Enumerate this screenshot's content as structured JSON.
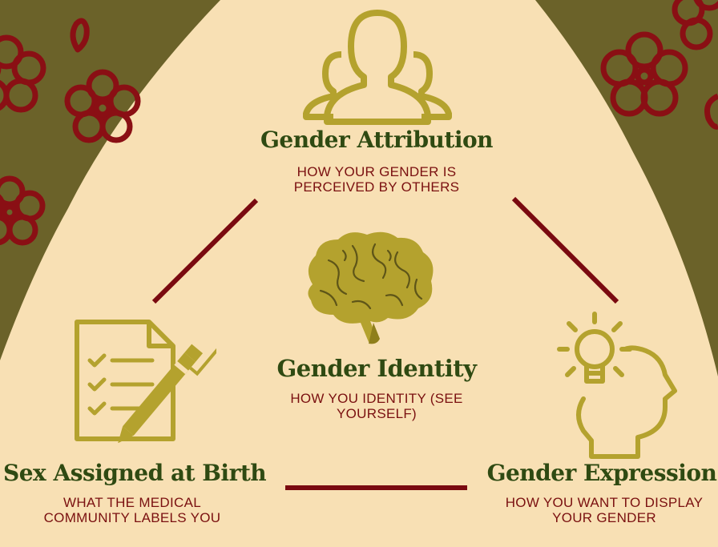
{
  "colors": {
    "background": "#f8e0b4",
    "olive": "#6b6229",
    "flower": "#8a0f14",
    "icon_gold": "#b4a22e",
    "connector": "#7a0a10",
    "title": "#2f4a12",
    "description": "#7a1010"
  },
  "nodes": {
    "attribution": {
      "title": "Gender Attribution",
      "description": "HOW YOUR GENDER IS PERCEIVED BY OTHERS",
      "icon": "people-group-icon"
    },
    "identity": {
      "title": "Gender Identity",
      "description": "HOW YOU IDENTITY (SEE YOURSELF)",
      "icon": "brain-icon"
    },
    "sex_assigned": {
      "title": "Sex Assigned at Birth",
      "description": "WHAT THE MEDICAL COMMUNITY LABELS YOU",
      "icon": "checklist-pencil-icon"
    },
    "expression": {
      "title": "Gender Expression",
      "description": "HOW YOU WANT TO DISPLAY YOUR GENDER",
      "icon": "lightbulb-head-icon"
    }
  },
  "connectors": [
    {
      "from": "attribution",
      "to": "sex_assigned"
    },
    {
      "from": "attribution",
      "to": "expression"
    },
    {
      "from": "sex_assigned",
      "to": "expression"
    }
  ]
}
